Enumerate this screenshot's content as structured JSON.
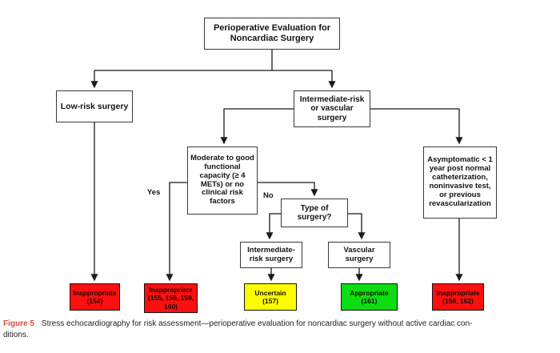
{
  "flowchart": {
    "nodes": {
      "root": {
        "label": "Perioperative Evaluation for Noncardiac Surgery"
      },
      "low_risk": {
        "label": "Low-risk surgery"
      },
      "intermediate": {
        "label": "Intermediate-risk or vascular surgery"
      },
      "moderate": {
        "label": "Moderate to good functional capacity (≥ 4 METs) or no clinical risk factors"
      },
      "asymptomatic": {
        "label": "Asymptomatic < 1 year post normal catheterization, noninvasive test, or previous revascularization"
      },
      "type_of_surgery": {
        "label": "Type of surgery?"
      },
      "intermediate_risk_surgery": {
        "label": "Intermediate-risk surgery"
      },
      "vascular_surgery": {
        "label": "Vascular surgery"
      }
    },
    "outcomes": {
      "low_risk_outcome": {
        "label": "Inappropriate",
        "refs": "(154)",
        "status": "inappropriate"
      },
      "functional_capacity_yes_outcome": {
        "label": "Inappropriate",
        "refs": "(155, 156, 159, 160)",
        "status": "inappropriate"
      },
      "intermediate_risk_outcome": {
        "label": "Uncertain",
        "refs": "(157)",
        "status": "uncertain"
      },
      "vascular_outcome": {
        "label": "Appropriate",
        "refs": "(161)",
        "status": "appropriate"
      },
      "prior_evaluation_outcome": {
        "label": "Inappropriate",
        "refs": "(158, 162)",
        "status": "inappropriate"
      }
    },
    "edge_labels": {
      "yes": "Yes",
      "no": "No"
    }
  },
  "colors": {
    "inappropriate": "#fb0f0f",
    "uncertain": "#fdfd00",
    "appropriate": "#0ddd12",
    "connector": "#1a1a1a"
  },
  "caption": {
    "label": "Figure 5",
    "line1": "Stress echocardiography for risk assessment—perioperative evaluation for noncardiac surgery without active cardiac con-",
    "line2": "ditions."
  }
}
